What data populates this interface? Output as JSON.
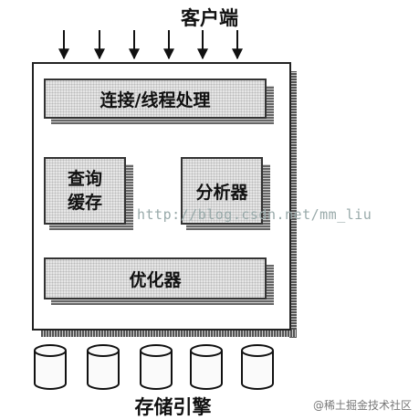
{
  "client_label": "客户端",
  "connection_box": "连接/线程处理",
  "query_cache_box": "查询\n缓存",
  "parser_box": "分析器",
  "optimizer_box": "优化器",
  "storage_label": "存储引擎",
  "watermark": "http://blog.csdn.net/mm_liu",
  "footer": "@稀土掘金技术社区"
}
